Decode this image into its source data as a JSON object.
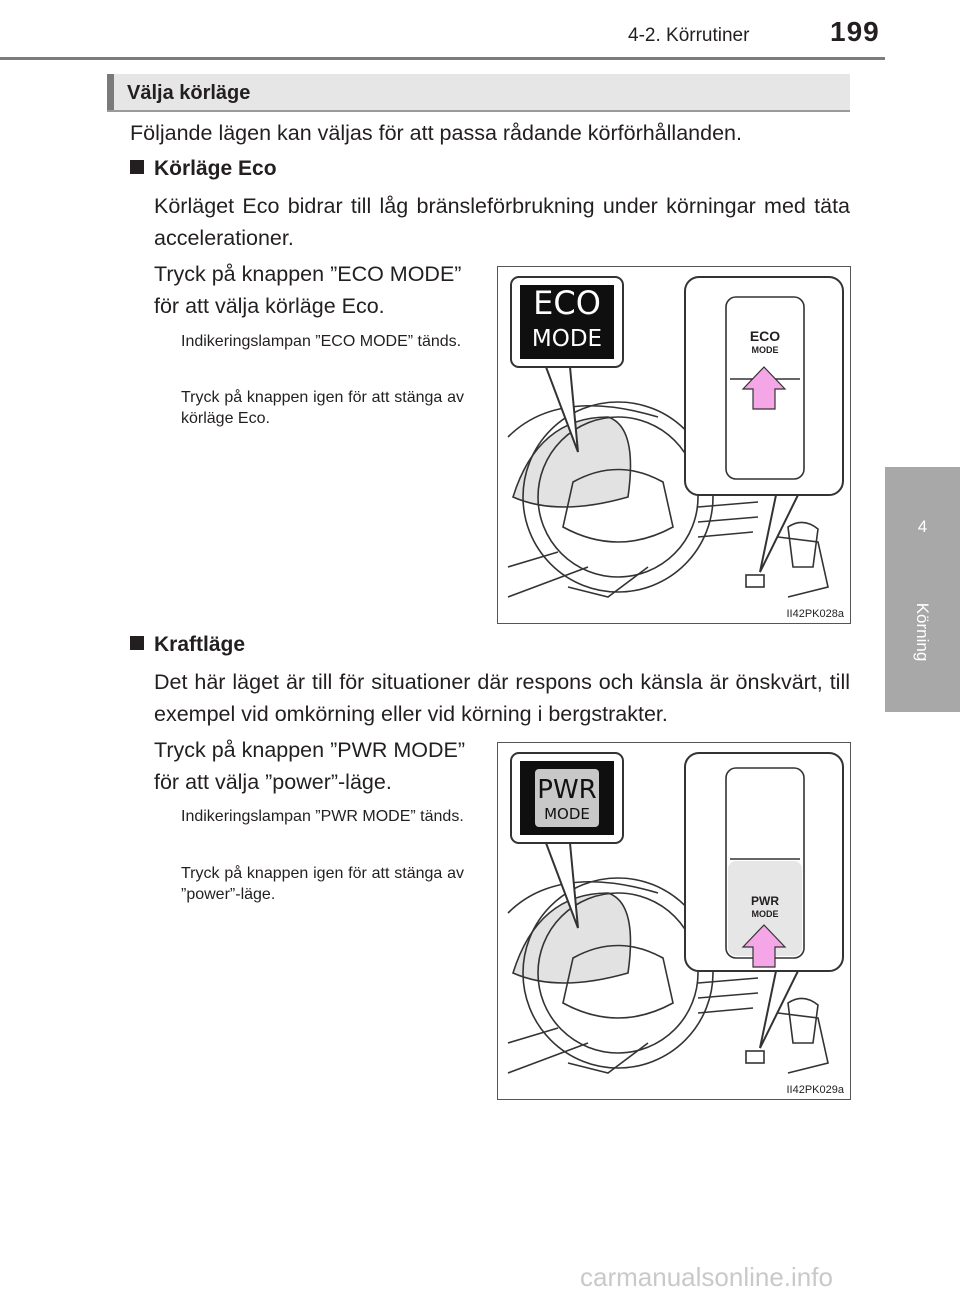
{
  "header": {
    "section": "4-2. Körrutiner",
    "page_number": "199"
  },
  "side_tab": {
    "number": "4",
    "label": "Körning"
  },
  "section": {
    "title": "Välja körläge"
  },
  "intro": "Följande lägen kan väljas för att passa rådande körförhållanden.",
  "eco": {
    "heading": "Körläge Eco",
    "description": "Körläget Eco bidrar till låg bränsleförbrukning under körningar med täta accelerationer.",
    "instruction": "Tryck på knappen ”ECO MODE” för att välja körläge Eco.",
    "note1": "Indikeringslampan ”ECO MODE” tänds.",
    "note2": "Tryck på knappen igen för att stänga av körläge Eco.",
    "figure_code": "II42PK028a",
    "indicator_top": "ECO",
    "indicator_bottom": "MODE",
    "button_top": "ECO",
    "button_bottom": "MODE"
  },
  "pwr": {
    "heading": "Kraftläge",
    "description": "Det här läget är till för situationer där respons och känsla är önsk­värt, till exempel vid omkörning eller vid körning i bergstrakter.",
    "instruction": "Tryck på knappen ”PWR MODE” för att välja ”power”-läge.",
    "note1": "Indikeringslampan ”PWR MODE” tänds.",
    "note2": "Tryck på knappen igen för att stänga av ”power”-läge.",
    "figure_code": "II42PK029a",
    "indicator_top": "PWR",
    "indicator_bottom": "MODE",
    "button_top": "PWR",
    "button_bottom": "MODE"
  },
  "watermark": "carmanualsonline.info",
  "colors": {
    "arrow": "#f4a6e6",
    "tab": "#a8a8a8",
    "bar": "#e6e6e6"
  }
}
